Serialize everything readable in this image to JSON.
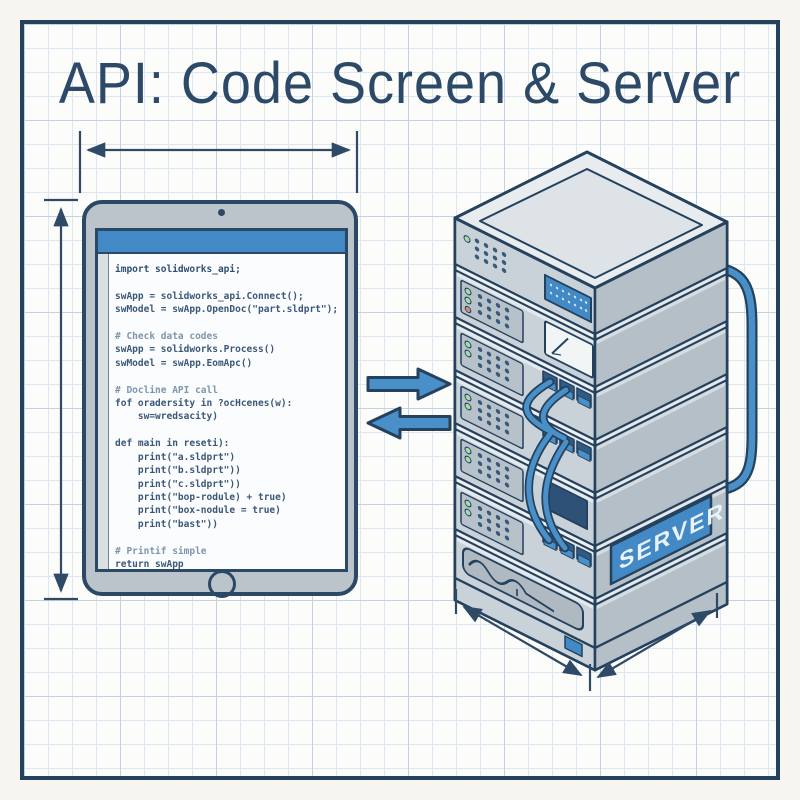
{
  "title": "API: Code Screen & Server",
  "tablet": {
    "code_lines": [
      {
        "text": "import solidworks_api;",
        "cls": "kw"
      },
      {
        "text": " "
      },
      {
        "text": "swApp = solidworks_api.Connect();"
      },
      {
        "text": "swModel = swApp.OpenDoc(\"part.sldprt\");"
      },
      {
        "text": " "
      },
      {
        "text": "# Check data codes",
        "cls": "comment"
      },
      {
        "text": "swApp = solidworks.Process()"
      },
      {
        "text": "swModel = swApp.EomApc()"
      },
      {
        "text": " "
      },
      {
        "text": "# Docline API call",
        "cls": "comment"
      },
      {
        "text": "fof oradersity in ?ocHcenes(w):"
      },
      {
        "text": "    sw=wredsacity)"
      },
      {
        "text": " "
      },
      {
        "text": "def main in reseti):"
      },
      {
        "text": "    print(\"a.sldprt\")"
      },
      {
        "text": "    print(\"b.sldprt\"))"
      },
      {
        "text": "    print(\"c.sldprt\"))"
      },
      {
        "text": "    print(\"bop-rodule) + true)"
      },
      {
        "text": "    print(\"box-nodule = true)"
      },
      {
        "text": "    print(\"bast\"))"
      },
      {
        "text": " "
      },
      {
        "text": "# Printif simple",
        "cls": "comment"
      },
      {
        "text": "return swApp"
      }
    ]
  },
  "server": {
    "label": "SERVER"
  },
  "colors": {
    "accent_blue": "#4289c5",
    "line_navy": "#2e4a66",
    "led_green": "#a6dbaa",
    "led_red": "#d69078",
    "grid_blue": "#c3d1e3"
  }
}
